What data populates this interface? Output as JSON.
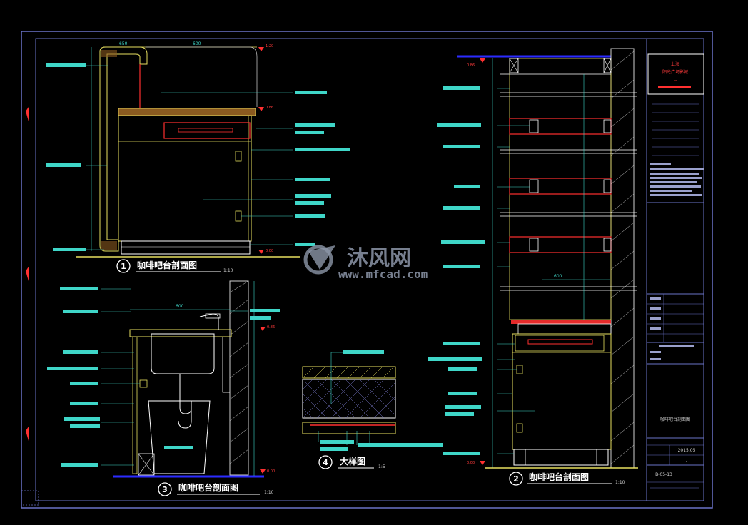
{
  "colors": {
    "background": "#000000",
    "frame": "#6a73c8",
    "leader": "#3fd6c8",
    "furniture": "#e8e060",
    "highlight": "#ff3030",
    "wall": "#cfcfcf",
    "floor": "#2b2bff"
  },
  "section1": {
    "number": "1",
    "title": "咖啡吧台剖面图",
    "scale": "1:10",
    "dims": [
      "650",
      "600",
      "1:20"
    ],
    "elevations": [
      "0.86",
      "0.00"
    ]
  },
  "section2": {
    "number": "2",
    "title": "咖啡吧台剖面图",
    "scale": "1:10",
    "elevations": [
      "0.86",
      "0.00"
    ],
    "dims": [
      "600"
    ]
  },
  "section3": {
    "number": "3",
    "title": "咖啡吧台剖面图",
    "scale": "1:10",
    "dims": [
      "600"
    ],
    "elevations": [
      "0.86",
      "0.00"
    ]
  },
  "detail4": {
    "number": "4",
    "title": "大样图",
    "scale": "1:5"
  },
  "watermark": {
    "brand": "沐风网",
    "url": "www.mfcad.com"
  },
  "title_block": {
    "client_line1": "上海",
    "client_line2": "阳光广场影城",
    "client_line3": "--",
    "drawing_name": "咖啡吧台剖面图",
    "date": "2015.05",
    "dash": "-",
    "sheet_no": "B-05-13"
  }
}
